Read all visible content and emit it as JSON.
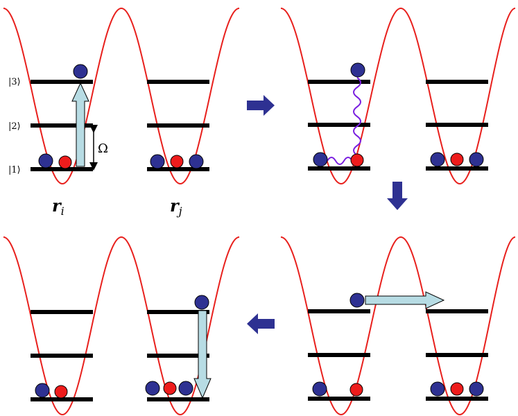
{
  "colors": {
    "potential": "#e8201d",
    "level": "#000000",
    "atom_blue": "#2e3192",
    "atom_red": "#ee1c1c",
    "light_arrow_fill": "#b7dce4",
    "process_arrow": "#2e3192",
    "photon": "#7a1fe0"
  },
  "state_labels": [
    "|3⟩",
    "|2⟩",
    "|1⟩"
  ],
  "rabi_label": "Ω",
  "site_labels": [
    "r",
    "i",
    "r",
    "j"
  ],
  "panels": [
    {
      "id": "top-left",
      "step": 1,
      "event": "excitation"
    },
    {
      "id": "top-right",
      "step": 2,
      "event": "emission"
    },
    {
      "id": "bottom-right",
      "step": 3,
      "event": "tunneling"
    },
    {
      "id": "bottom-left",
      "step": 4,
      "event": "relaxation"
    }
  ]
}
